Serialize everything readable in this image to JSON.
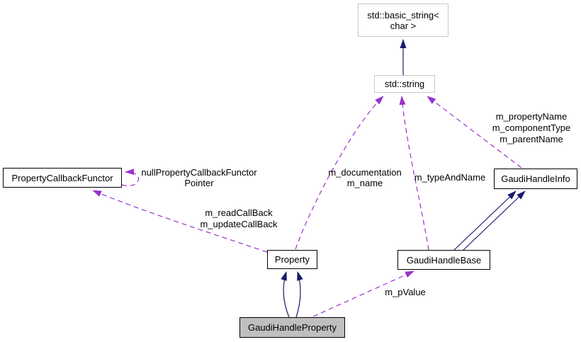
{
  "diagram": {
    "type": "class-collaboration-graph",
    "colors": {
      "inheritance_arrow": "#191970",
      "usage_arrow": "#9a32cd",
      "node_border": "#000000",
      "external_node_border": "#c7c7c7",
      "current_node_fill": "#bfbfbf",
      "background": "#ffffff"
    },
    "nodes": {
      "basic_string": {
        "label": "std::basic_string<\nchar >"
      },
      "string": {
        "label": "std::string"
      },
      "property_callback_functor": {
        "label": "PropertyCallbackFunctor"
      },
      "gaudi_handle_info": {
        "label": "GaudiHandleInfo"
      },
      "property": {
        "label": "Property"
      },
      "gaudi_handle_base": {
        "label": "GaudiHandleBase"
      },
      "gaudi_handle_property": {
        "label": "GaudiHandleProperty"
      }
    },
    "edge_labels": {
      "null_callback_pointer": "nullPropertyCallbackFunctor\nPointer",
      "read_update_callback": "m_readCallBack\nm_updateCallBack",
      "documentation_name": "m_documentation\nm_name",
      "type_and_name": "m_typeAndName",
      "property_component_parent": "m_propertyName\nm_componentType\nm_parentName",
      "p_value": "m_pValue"
    }
  }
}
